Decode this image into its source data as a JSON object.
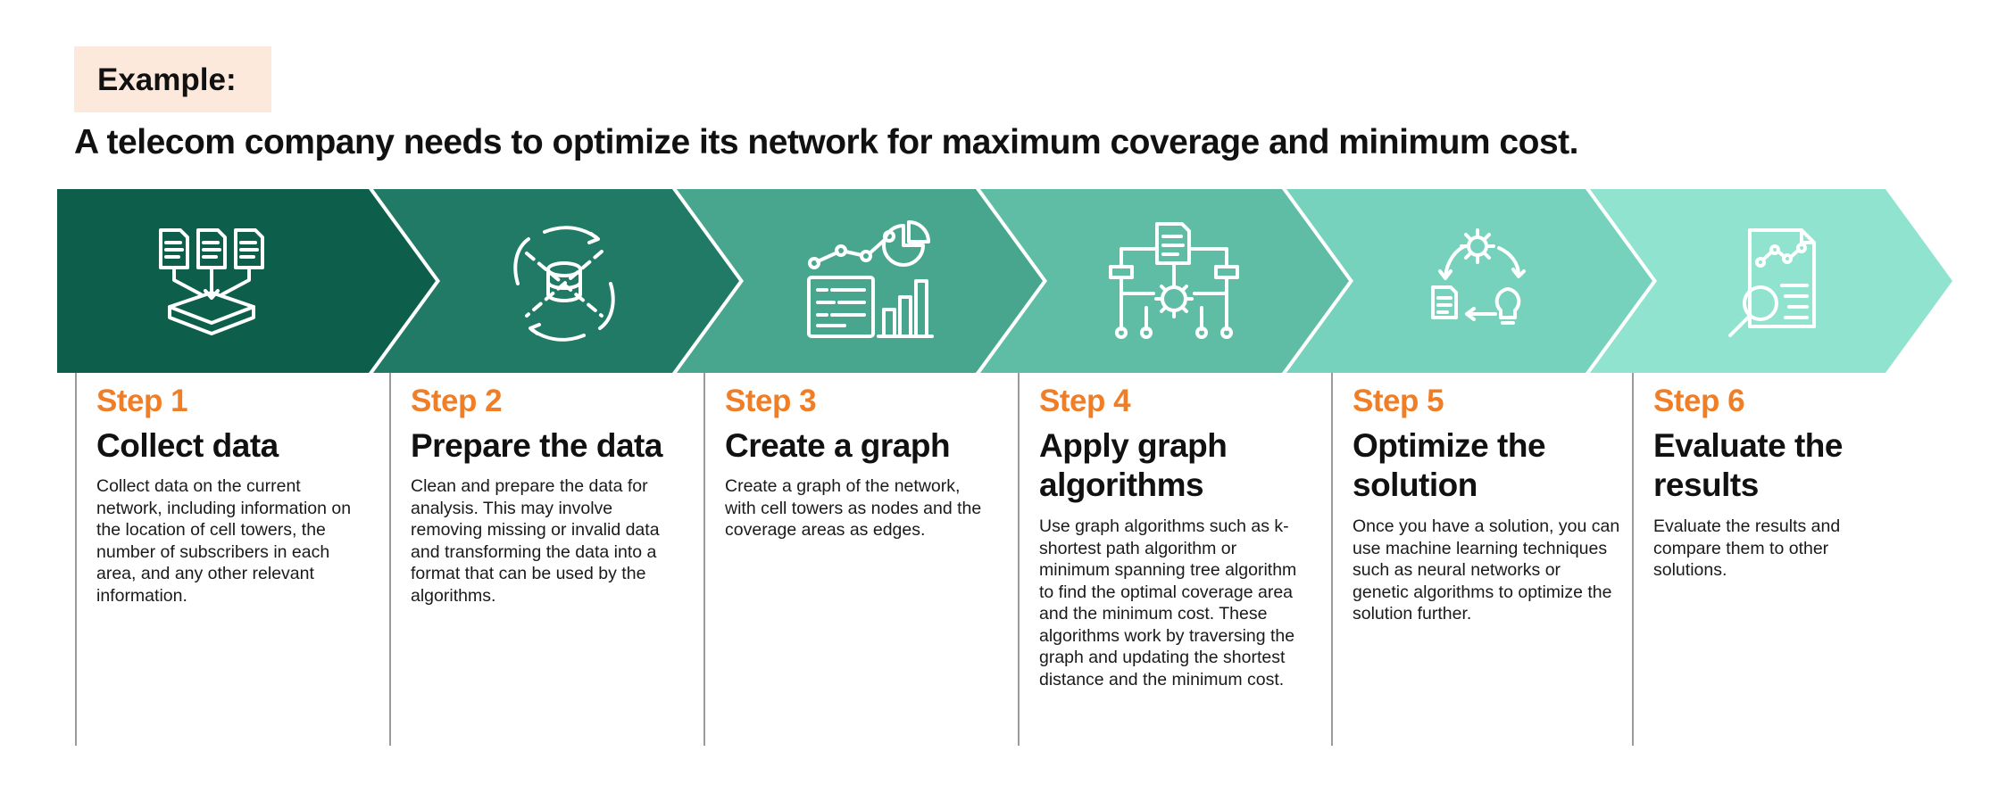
{
  "example_label": "Example:",
  "headline": "A telecom company needs to optimize its network for maximum coverage and minimum cost.",
  "colors": {
    "chevrons": [
      "#0d5e4a",
      "#207a65",
      "#48a68e",
      "#5fbda6",
      "#76d2bd",
      "#8fe3cf"
    ],
    "step_label": "#f07e26",
    "badge_bg": "#fde9dc"
  },
  "steps": [
    {
      "label": "Step 1",
      "title": "Collect data",
      "description": "Collect data on the current network, including information on the location of cell towers, the number of subscribers in each area, and any other relevant information.",
      "icon": "documents-to-database-icon"
    },
    {
      "label": "Step 2",
      "title": "Prepare the data",
      "description": "Clean and prepare the data for analysis. This may involve removing missing or invalid data and transforming the data into a format that can be used by the algorithms.",
      "icon": "database-cycle-icon"
    },
    {
      "label": "Step 3",
      "title": "Create a graph",
      "description": "Create a graph of the network, with cell towers as nodes and the coverage areas as edges.",
      "icon": "chart-report-icon"
    },
    {
      "label": "Step 4",
      "title": "Apply graph algorithms",
      "description": "Use graph algorithms such as k-shortest path algorithm or minimum spanning tree algorithm to find the optimal coverage area and the minimum cost. These algorithms work by traversing the graph and updating the shortest distance and the minimum cost.",
      "icon": "algorithm-flow-icon"
    },
    {
      "label": "Step 5",
      "title": "Optimize the solution",
      "description": "Once you have a solution, you can use machine learning techniques such as neural networks or genetic algorithms to optimize the solution further.",
      "icon": "optimize-cycle-icon"
    },
    {
      "label": "Step 6",
      "title": "Evaluate the results",
      "description": "Evaluate the results and compare them to other solutions.",
      "icon": "report-magnifier-icon"
    }
  ]
}
